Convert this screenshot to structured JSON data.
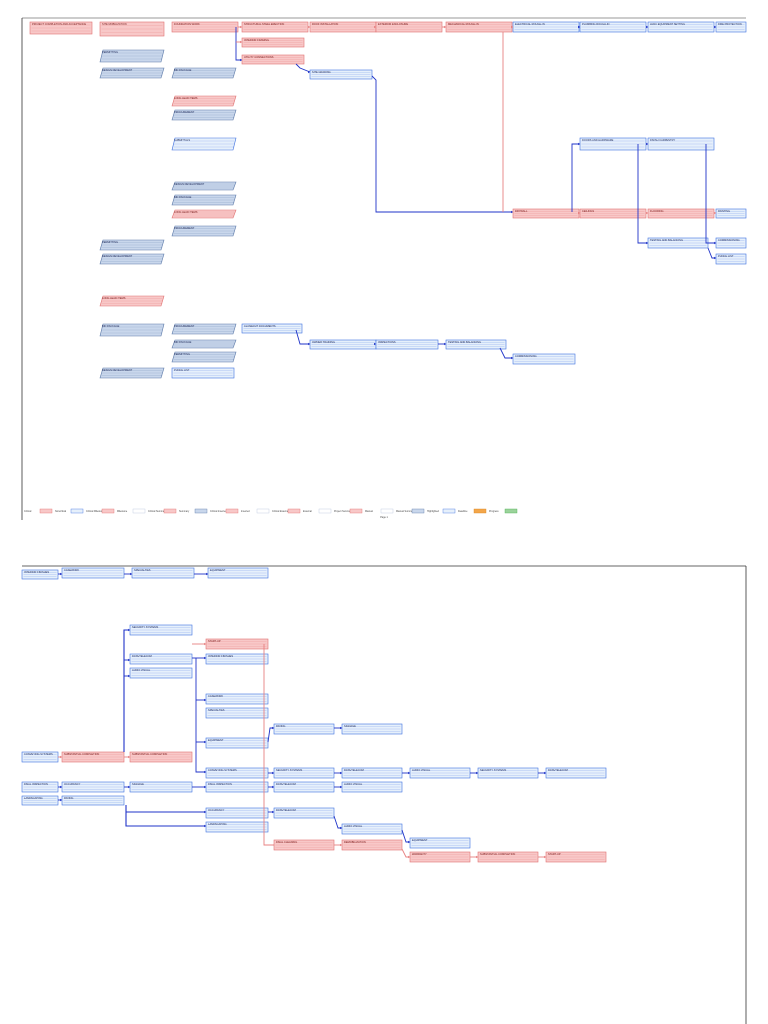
{
  "colors": {
    "critical_fill": "#f8c8c8",
    "critical_stroke": "#e07070",
    "normal_fill": "#e6f0fb",
    "normal_stroke": "#3d6fe0",
    "summary_fill": "#c9d7ec",
    "summary_stroke": "#5c79a8",
    "link_normal": "#1f33c8",
    "link_critical": "#e88080",
    "page_border": "#333333"
  },
  "page1": {
    "nodes": [
      {
        "label": "PROJECT COMPLETION AND ACCEPTANCE",
        "kind": "critical"
      },
      {
        "label": "SITE MOBILIZATION",
        "kind": "critical"
      },
      {
        "label": "FOUNDATION WORK",
        "kind": "critical"
      },
      {
        "label": "STRUCTURAL STEEL ERECTION",
        "kind": "critical"
      },
      {
        "label": "ROOF INSTALLATION",
        "kind": "critical"
      },
      {
        "label": "EXTERIOR ENCLOSURE",
        "kind": "critical"
      },
      {
        "label": "MECHANICAL ROUGH-IN",
        "kind": "critical"
      },
      {
        "label": "ELECTRICAL ROUGH-IN",
        "kind": "normal"
      },
      {
        "label": "PLUMBING ROUGH-IN",
        "kind": "normal"
      },
      {
        "label": "HVAC EQUIPMENT SETTING",
        "kind": "normal"
      },
      {
        "label": "FIRE PROTECTION",
        "kind": "normal"
      },
      {
        "label": "UTILITY CONNECTIONS",
        "kind": "critical"
      },
      {
        "label": "SITE GRADING",
        "kind": "normal"
      },
      {
        "label": "INSPECTIONS",
        "kind": "normal"
      },
      {
        "label": "PERMITTING",
        "kind": "summary"
      },
      {
        "label": "DESIGN DEVELOPMENT",
        "kind": "summary"
      },
      {
        "label": "BID PACKAGE",
        "kind": "summary"
      },
      {
        "label": "PROCUREMENT",
        "kind": "summary"
      },
      {
        "label": "LONG LEAD ITEMS",
        "kind": "critical"
      },
      {
        "label": "SUBMITTALS",
        "kind": "normal"
      },
      {
        "label": "INTERIOR FRAMING",
        "kind": "critical"
      },
      {
        "label": "DRYWALL",
        "kind": "critical"
      },
      {
        "label": "CEILINGS",
        "kind": "critical"
      },
      {
        "label": "FLOORING",
        "kind": "critical"
      },
      {
        "label": "PAINTING",
        "kind": "normal"
      },
      {
        "label": "DOORS AND HARDWARE",
        "kind": "normal"
      },
      {
        "label": "FINISH CARPENTRY",
        "kind": "normal"
      },
      {
        "label": "TESTING AND BALANCING",
        "kind": "normal"
      },
      {
        "label": "COMMISSIONING",
        "kind": "normal"
      },
      {
        "label": "PUNCH LIST",
        "kind": "normal"
      },
      {
        "label": "CLOSEOUT DOCUMENTS",
        "kind": "normal"
      },
      {
        "label": "OWNER TRAINING",
        "kind": "normal"
      }
    ],
    "legend": [
      {
        "label": "Critical",
        "kind": "critical"
      },
      {
        "label": "Noncritical",
        "kind": "normal"
      },
      {
        "label": "Critical Milestone",
        "kind": "critical"
      },
      {
        "label": "Milestone",
        "kind": "blank"
      },
      {
        "label": "Critical Summary",
        "kind": "critical"
      },
      {
        "label": "Summary",
        "kind": "summary"
      },
      {
        "label": "Critical Inserted",
        "kind": "critical"
      },
      {
        "label": "Inserted",
        "kind": "blank"
      },
      {
        "label": "Critical External",
        "kind": "critical"
      },
      {
        "label": "External",
        "kind": "blank"
      },
      {
        "label": "Project Summary",
        "kind": "critical"
      },
      {
        "label": "Manual",
        "kind": "blank"
      },
      {
        "label": "Manual Summary",
        "kind": "summary"
      },
      {
        "label": "Highlighted",
        "kind": "normal"
      },
      {
        "label": "Deadline",
        "kind": "orange"
      },
      {
        "label": "Progress",
        "kind": "green"
      }
    ],
    "page_label": "Page 1"
  },
  "page2": {
    "nodes": [
      {
        "label": "INTERIOR FINISHES",
        "kind": "normal"
      },
      {
        "label": "CASEWORK",
        "kind": "normal"
      },
      {
        "label": "SPECIALTIES",
        "kind": "normal"
      },
      {
        "label": "EQUIPMENT",
        "kind": "normal"
      },
      {
        "label": "CONVEYING SYSTEMS",
        "kind": "normal"
      },
      {
        "label": "SUBSTANTIAL COMPLETION",
        "kind": "critical"
      },
      {
        "label": "FINAL INSPECTION",
        "kind": "normal"
      },
      {
        "label": "OCCUPANCY",
        "kind": "normal"
      },
      {
        "label": "LANDSCAPING",
        "kind": "normal"
      },
      {
        "label": "PAVING",
        "kind": "normal"
      },
      {
        "label": "SIGNAGE",
        "kind": "normal"
      },
      {
        "label": "SECURITY SYSTEMS",
        "kind": "normal"
      },
      {
        "label": "DATA/TELECOM",
        "kind": "normal"
      },
      {
        "label": "AUDIO VISUAL",
        "kind": "normal"
      },
      {
        "label": "START-UP",
        "kind": "critical"
      },
      {
        "label": "FINAL CLEANING",
        "kind": "critical"
      },
      {
        "label": "DEMOBILIZATION",
        "kind": "critical"
      },
      {
        "label": "WARRANTY",
        "kind": "critical"
      }
    ]
  }
}
